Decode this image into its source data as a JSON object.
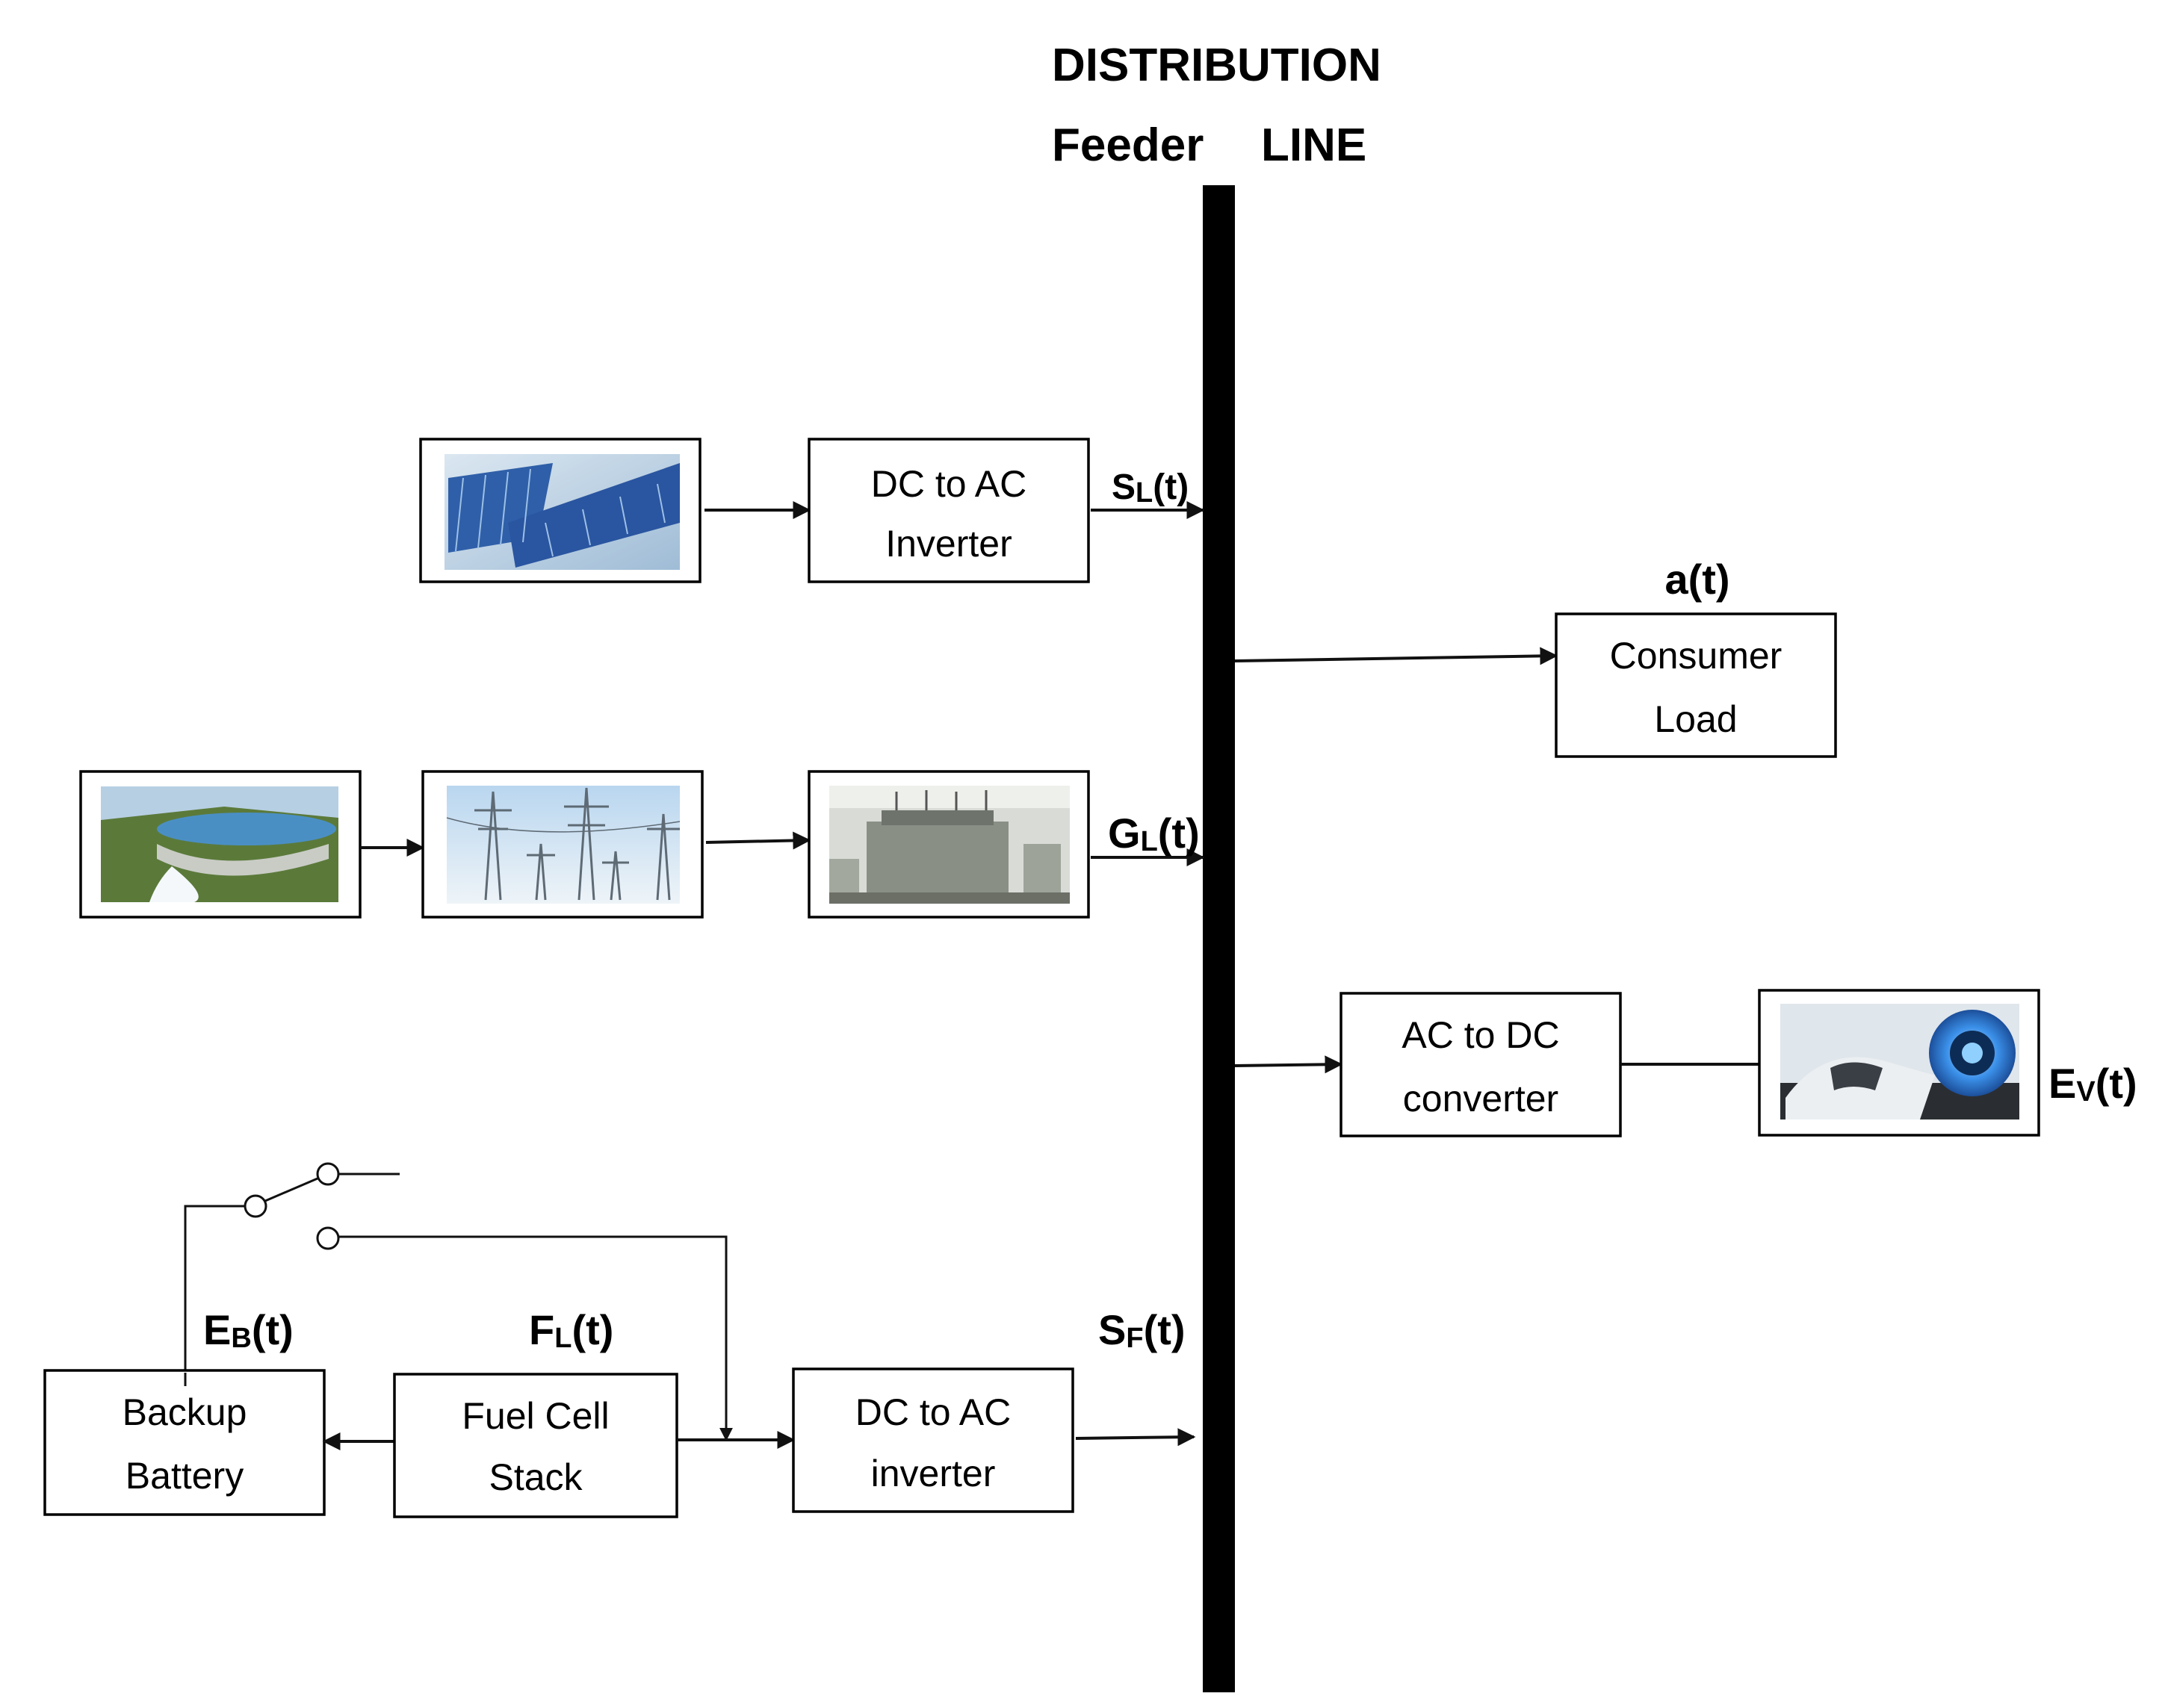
{
  "title": {
    "line1": "DISTRIBUTION",
    "feeder": "Feeder",
    "line": "LINE"
  },
  "blocks": {
    "dc_ac_inverter_top": {
      "line1": "DC to AC",
      "line2": "Inverter"
    },
    "consumer_load": {
      "line1": "Consumer",
      "line2": "Load"
    },
    "ac_dc_converter": {
      "line1": "AC to DC",
      "line2": "converter"
    },
    "backup_battery": {
      "line1": "Backup",
      "line2": "Battery"
    },
    "fuel_cell_stack": {
      "line1": "Fuel Cell",
      "line2": "Stack"
    },
    "dc_ac_inverter_bottom": {
      "line1": "DC to AC",
      "line2": "inverter"
    }
  },
  "pictures": {
    "solar": "solar-panel-photo",
    "hydro": "hydroelectric-dam-photo",
    "transmission": "transmission-towers-photo",
    "transformer": "transformer-substation-photo",
    "ev": "ev-charger-photo"
  },
  "signals": {
    "sl": {
      "main": "S",
      "sub": "L",
      "tail": "(t)"
    },
    "gl": {
      "main": "G",
      "sub": "L",
      "tail": "(t)"
    },
    "a": {
      "main": "a(t)"
    },
    "ev": {
      "main": "E",
      "sub": "V",
      "tail": "(t)"
    },
    "eb": {
      "main": "E",
      "sub": "B",
      "tail": "(t)"
    },
    "fl": {
      "main": "F",
      "sub": "L",
      "tail": "(t)"
    },
    "sf": {
      "main": "S",
      "sub": "F",
      "tail": "(t)"
    }
  },
  "colors": {
    "line": "#000000",
    "sky": "#cfe3f2",
    "panel": "#2f5fa8",
    "water": "#4a8fc4",
    "grass": "#5b7a3a",
    "steel": "#8a8f86",
    "ev_glow": "#3a8fe8"
  }
}
